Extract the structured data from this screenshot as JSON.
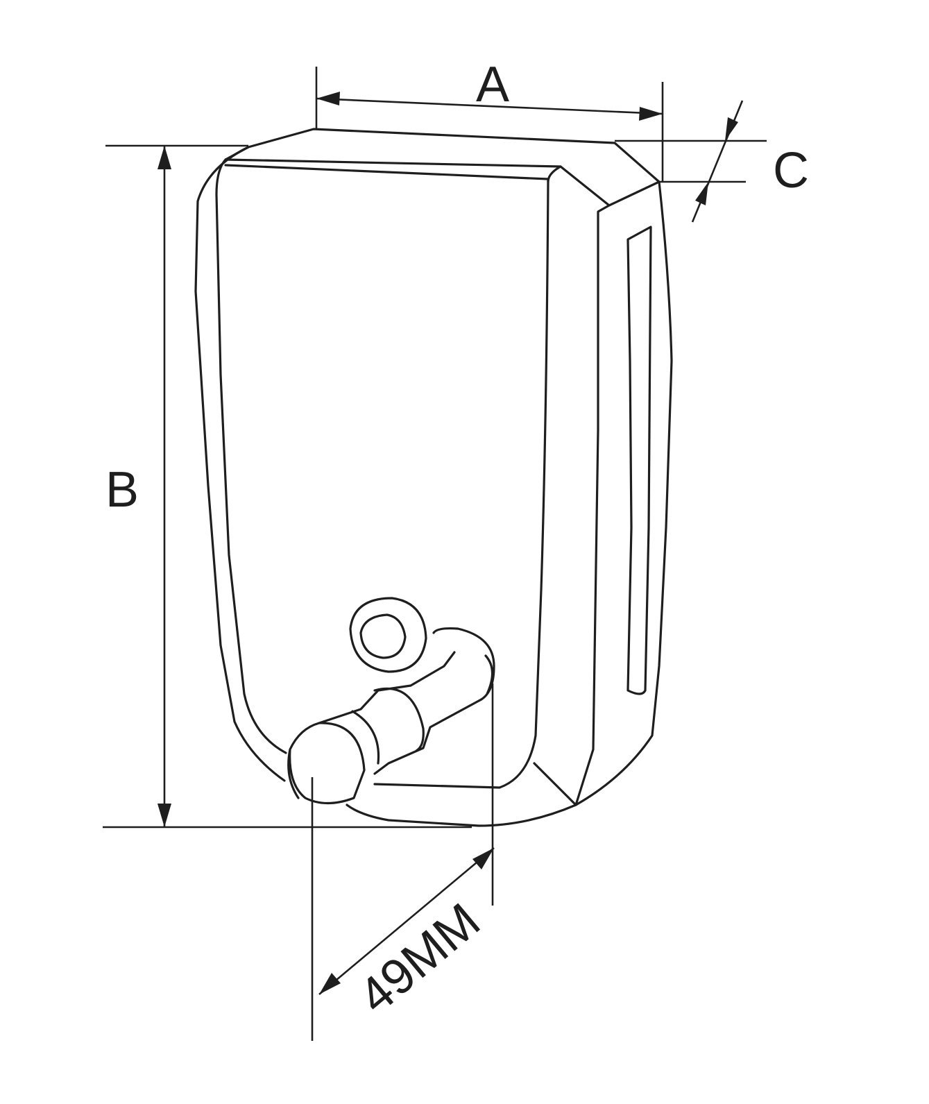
{
  "labels": {
    "width": "A",
    "height": "B",
    "depth": "C",
    "spout_offset": "49MM"
  },
  "colors": {
    "line": "#1e1e1e",
    "background": "#ffffff"
  }
}
